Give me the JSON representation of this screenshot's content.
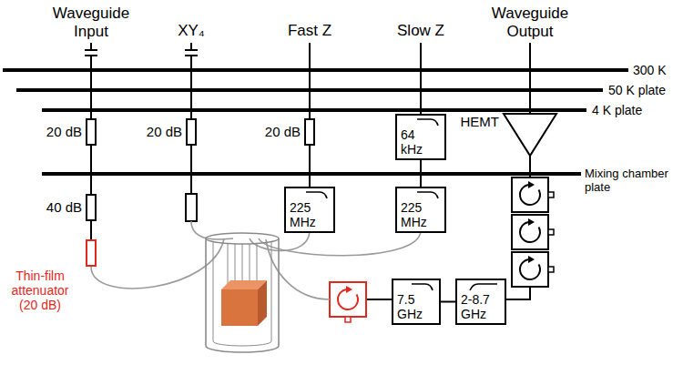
{
  "diagram": {
    "nodes": [
      {
        "text": [
          "20 dB"
        ]
      },
      {
        "text": [
          "40 dB"
        ]
      },
      {
        "text": [
          "Thin-film attenuator (20 dB)"
        ]
      },
      {
        "text": [
          "20 dB"
        ]
      },
      {
        "text": [
          "20 dB"
        ]
      },
      {
        "text": [
          "225 MHz"
        ]
      },
      {
        "text": [
          "64 kHz"
        ]
      },
      {
        "text": [
          "225 MHz"
        ]
      },
      {
        "text": [
          "HEMT"
        ]
      },
      {
        "text": [
          "2-8.7 GHz"
        ]
      },
      {
        "text": [
          "7.5 GHz"
        ]
      }
    ],
    "edges": [
      {
        "from": 0,
        "to": 1,
        "arrow": "none"
      },
      {
        "from": 1,
        "to": 2,
        "arrow": "none"
      },
      {
        "from": 4,
        "to": 5,
        "arrow": "none"
      },
      {
        "from": 6,
        "to": 7,
        "arrow": "none"
      },
      {
        "from": 10,
        "to": 9,
        "arrow": "none"
      }
    ],
    "labels": [
      "Waveguide Input",
      "XY₄",
      "Fast Z",
      "Slow Z",
      "Waveguide Output",
      "300 K",
      "50 K plate",
      "4 K plate",
      "Mixing chamber plate"
    ]
  }
}
